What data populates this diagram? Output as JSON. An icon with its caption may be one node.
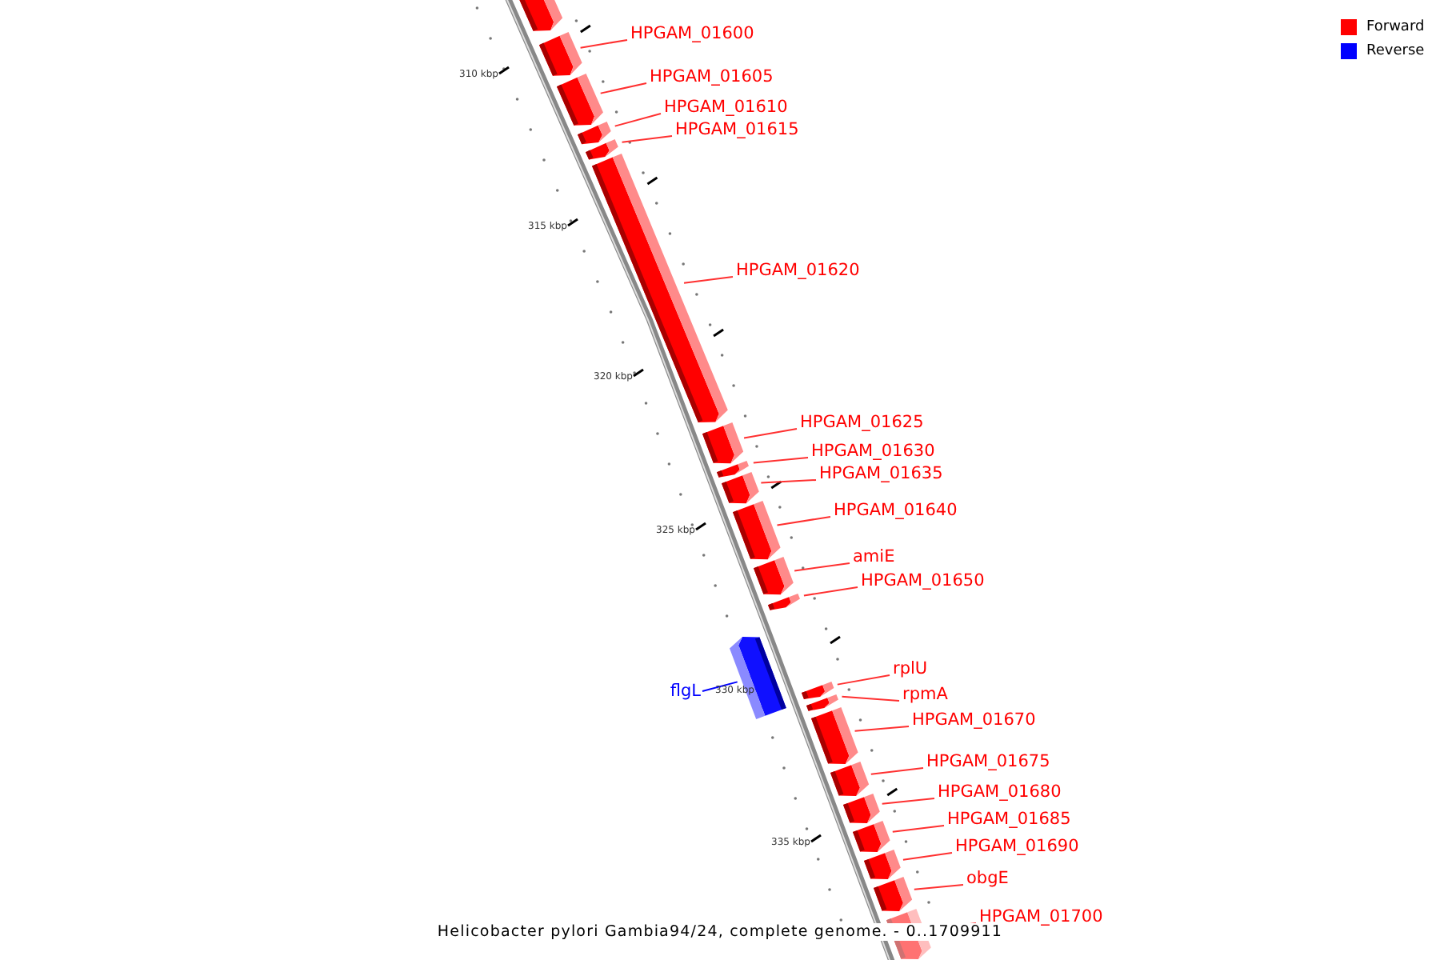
{
  "diagram": {
    "caption": "Helicobacter pylori Gambia94/24, complete genome. - 0..1709911",
    "nodes": [
      {
        "text": [],
        "shape": "bar"
      },
      {
        "text": [
          "HPGAM_01600"
        ]
      },
      {
        "text": [],
        "shape": "bar"
      },
      {
        "text": [
          "HPGAM_01605"
        ]
      },
      {
        "text": [],
        "shape": "bar"
      },
      {
        "text": [
          "HPGAM_01610"
        ]
      },
      {
        "text": [],
        "shape": "bar"
      },
      {
        "text": [
          "HPGAM_01615"
        ]
      },
      {
        "text": [],
        "shape": "bar"
      },
      {
        "text": [
          "HPGAM_01620"
        ]
      },
      {
        "text": [],
        "shape": "bar"
      },
      {
        "text": [
          "HPGAM_01625"
        ]
      },
      {
        "text": [],
        "shape": "bar"
      },
      {
        "text": [
          "HPGAM_01630"
        ]
      },
      {
        "text": [],
        "shape": "bar"
      },
      {
        "text": [
          "HPGAM_01635"
        ]
      },
      {
        "text": [],
        "shape": "bar"
      },
      {
        "text": [
          "HPGAM_01640"
        ]
      },
      {
        "text": [],
        "shape": "bar"
      },
      {
        "text": [
          "amiE"
        ]
      },
      {
        "text": [],
        "shape": "bar"
      },
      {
        "text": [
          "HPGAM_01650"
        ]
      },
      {
        "text": [],
        "shape": "bar"
      },
      {
        "text": [
          "flgL"
        ]
      },
      {
        "text": [],
        "shape": "bar"
      },
      {
        "text": [
          "rplU"
        ]
      },
      {
        "text": [],
        "shape": "bar"
      },
      {
        "text": [
          "rpmA"
        ]
      },
      {
        "text": [],
        "shape": "bar"
      },
      {
        "text": [
          "HPGAM_01670"
        ]
      },
      {
        "text": [],
        "shape": "bar"
      },
      {
        "text": [
          "HPGAM_01675"
        ]
      },
      {
        "text": [],
        "shape": "bar"
      },
      {
        "text": [
          "HPGAM_01680"
        ]
      },
      {
        "text": [],
        "shape": "bar"
      },
      {
        "text": [
          "HPGAM_01685"
        ]
      },
      {
        "text": [],
        "shape": "bar"
      },
      {
        "text": [
          "HPGAM_01690"
        ]
      },
      {
        "text": [],
        "shape": "bar"
      },
      {
        "text": [
          "obgE"
        ]
      },
      {
        "text": [],
        "shape": "bar"
      },
      {
        "text": [
          "HPGAM_01700"
        ]
      },
      {
        "text": [],
        "shape": "bar"
      }
    ],
    "edges": [
      {
        "from": 1,
        "to": 2,
        "arrow": "none"
      },
      {
        "from": 3,
        "to": 4,
        "arrow": "none"
      },
      {
        "from": 5,
        "to": 6,
        "arrow": "none"
      },
      {
        "from": 7,
        "to": 8,
        "arrow": "none"
      },
      {
        "from": 9,
        "to": 10,
        "arrow": "none"
      },
      {
        "from": 11,
        "to": 12,
        "arrow": "none"
      },
      {
        "from": 13,
        "to": 14,
        "arrow": "none"
      },
      {
        "from": 15,
        "to": 16,
        "arrow": "none"
      },
      {
        "from": 17,
        "to": 18,
        "arrow": "none"
      },
      {
        "from": 19,
        "to": 20,
        "arrow": "none"
      },
      {
        "from": 21,
        "to": 22,
        "arrow": "none"
      },
      {
        "from": 23,
        "to": 24,
        "arrow": "none",
        "color": "#0000ff"
      },
      {
        "from": 25,
        "to": 26,
        "arrow": "none"
      },
      {
        "from": 27,
        "to": 28,
        "arrow": "none"
      },
      {
        "from": 29,
        "to": 30,
        "arrow": "none"
      },
      {
        "from": 31,
        "to": 32,
        "arrow": "none"
      },
      {
        "from": 33,
        "to": 34,
        "arrow": "none"
      },
      {
        "from": 35,
        "to": 36,
        "arrow": "none"
      },
      {
        "from": 37,
        "to": 38,
        "arrow": "none"
      },
      {
        "from": 39,
        "to": 40,
        "arrow": "none"
      },
      {
        "from": 41,
        "to": 42,
        "arrow": "none"
      }
    ],
    "labels": [
      "310 kbp",
      "315 kbp",
      "320 kbp",
      "325 kbp",
      "330 kbp",
      "335 kbp"
    ],
    "legend": [
      {
        "text": "Forward",
        "color": "#ff0000"
      },
      {
        "text": "Reverse",
        "color": "#0000ff"
      }
    ]
  }
}
